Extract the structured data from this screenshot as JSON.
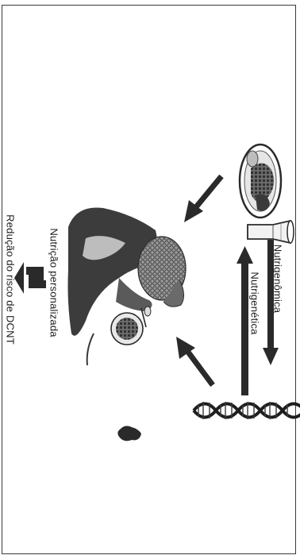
{
  "labels": {
    "nutrigenomica": "Nutrigenômica",
    "nutrigenetica": "Nutrigenética",
    "nutricao_personalizada": "Nutrição personalizada",
    "reducao_risco": "Redução do risco de DCNT"
  },
  "colors": {
    "frame": "#3a3a3a",
    "ink": "#1c1c1c",
    "arrow": "#2a2a2a",
    "hair": "#7a7a7a",
    "skin": "#4a4a4a"
  },
  "icons": [
    "food-plate-icon",
    "drink-cup-icon",
    "dna-helix-icon",
    "person-eating-icon",
    "small-blot-icon"
  ]
}
